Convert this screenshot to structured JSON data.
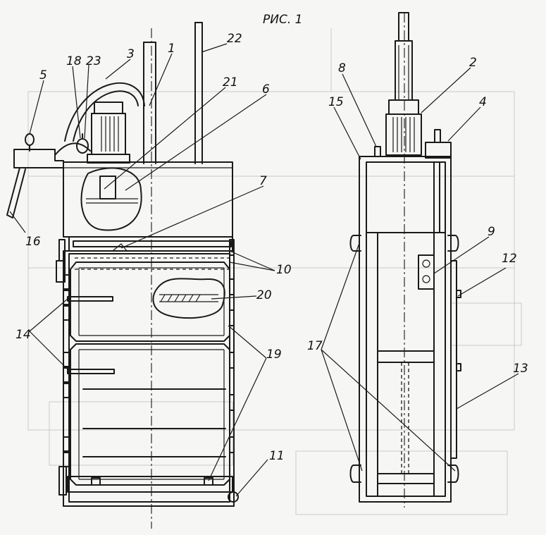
{
  "figure": {
    "title": "РИС. 1",
    "labels": [
      "1",
      "2",
      "3",
      "4",
      "5",
      "6",
      "7",
      "8",
      "9",
      "10",
      "11",
      "12",
      "13",
      "14",
      "15",
      "16",
      "17",
      "18",
      "19",
      "20",
      "21",
      "22",
      "23"
    ]
  },
  "colors": {
    "ink": "#1a1a1a",
    "paper": "#f6f6f4",
    "ghost": "#c9c9c6"
  }
}
